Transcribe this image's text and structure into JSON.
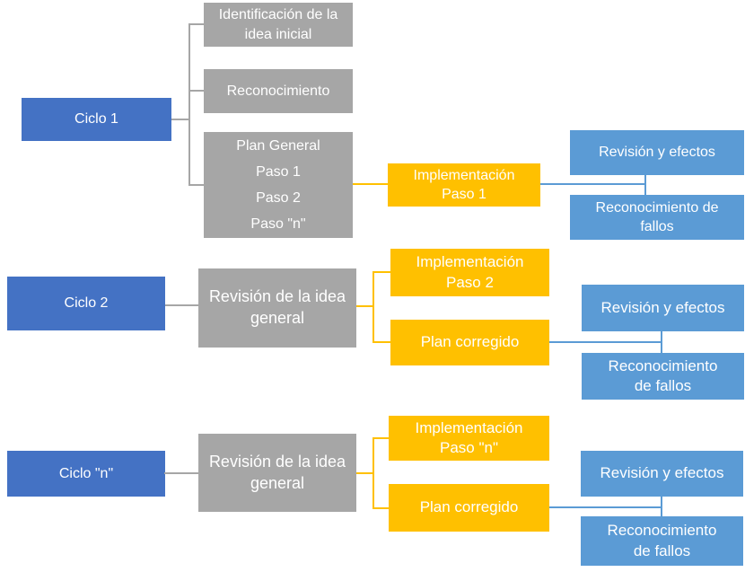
{
  "colors": {
    "primary_blue": "#4472C4",
    "light_blue": "#5B9BD5",
    "orange": "#FFC000",
    "gray": "#A6A6A6",
    "background": "#FFFFFF",
    "text": "#FFFFFF"
  },
  "cycle1": {
    "label": "Ciclo 1",
    "stage_identification": "Identificación de la\nidea inicial",
    "stage_reconnaissance": "Reconocimiento",
    "plan_lines": [
      "Plan General",
      "Paso 1",
      "Paso 2",
      "Paso \"n\""
    ],
    "implementation": "Implementación\nPaso 1",
    "review": "Revisión y efectos",
    "failure_recognition": "Reconocimiento de\nfallos"
  },
  "cycle2": {
    "label": "Ciclo 2",
    "revision": "Revisión de la idea\ngeneral",
    "implementation": "Implementación\nPaso 2",
    "corrected_plan": "Plan corregido",
    "review": "Revisión y efectos",
    "failure_recognition": "Reconocimiento\nde fallos"
  },
  "cycle_n": {
    "label": "Ciclo \"n\"",
    "revision": "Revisión de la idea\ngeneral",
    "implementation": "Implementación\nPaso \"n\"",
    "corrected_plan": "Plan corregido",
    "review": "Revisión y efectos",
    "failure_recognition": "Reconocimiento\nde fallos"
  }
}
